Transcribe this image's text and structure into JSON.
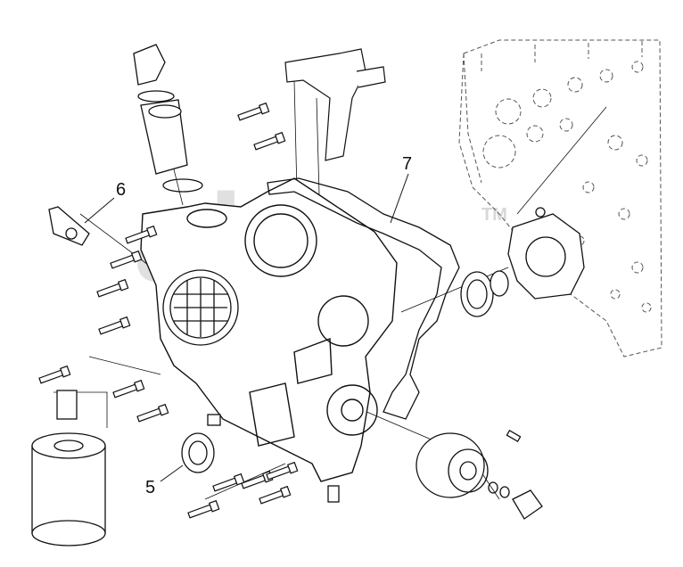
{
  "diagram": {
    "callouts": [
      {
        "number": "5"
      },
      {
        "number": "6"
      },
      {
        "number": "7"
      }
    ],
    "watermark": {
      "text": "alfa",
      "trademark": "TM"
    },
    "colors": {
      "line": "#111111",
      "dashed": "#555555",
      "background": "#ffffff",
      "watermark": "#d9d9d9"
    }
  }
}
